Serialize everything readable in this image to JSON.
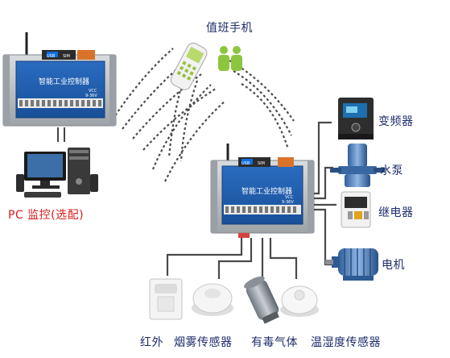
{
  "labels": {
    "phone": "值班手机",
    "pc": "PC 监控(选配)",
    "inverter": "变频器",
    "pump": "水泵",
    "relay": "继电器",
    "motor": "电机",
    "infrared": "红外",
    "smoke": "烟雾传感器",
    "toxic_gas": "有毒气体",
    "temp_humidity": "温湿度传感器"
  },
  "controller": {
    "title": "智能工业控制器",
    "usb_label": "USB",
    "sim_label": "SIM",
    "vcc_label": "VCC",
    "voltage_label": "9-36V"
  },
  "colors": {
    "board": "#1f5fae",
    "board_edge": "#163f7a",
    "rail": "#b8bcc2",
    "line": "#4a4a4a",
    "label_text": "#1d2d6b",
    "pc_text": "#d81c1c"
  }
}
